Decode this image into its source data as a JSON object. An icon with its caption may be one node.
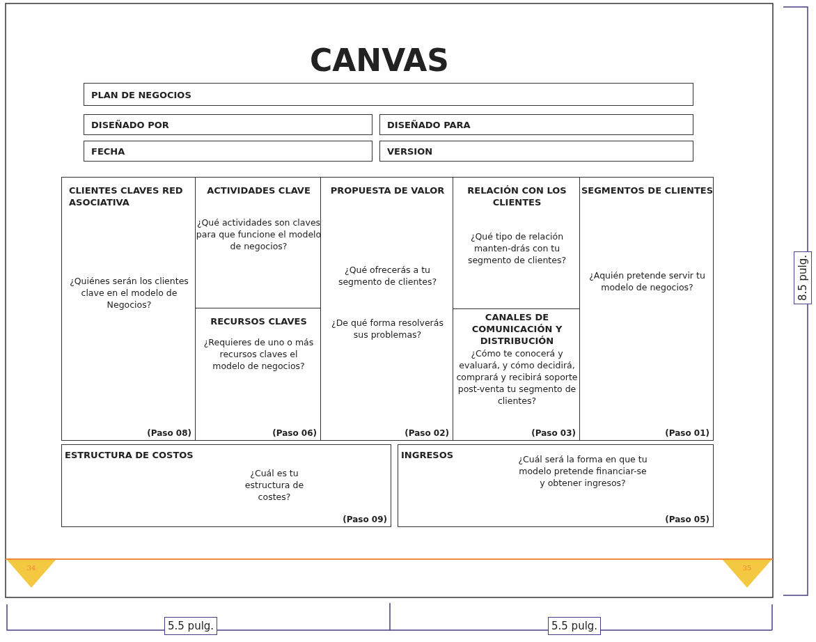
{
  "diagram": {
    "title": "CANVAS",
    "nodes": [
      {
        "text": [
          "PLAN DE NEGOCIOS"
        ]
      },
      {
        "text": [
          "DISEÑADO POR"
        ]
      },
      {
        "text": [
          "DISEÑADO PARA"
        ]
      },
      {
        "text": [
          "FECHA"
        ]
      },
      {
        "text": [
          "VERSION"
        ]
      },
      {
        "text": [
          "CLIENTES CLAVES RED ASOCIATIVA",
          "¿Quiénes serán los clientes clave en el modelo de Negocios?",
          "(Paso 08)"
        ]
      },
      {
        "text": [
          "ACTIVIDADES CLAVE",
          "¿Qué actividades son claves para que funcione el modelo de negocios?"
        ]
      },
      {
        "text": [
          "RECURSOS CLAVES",
          "¿Requieres de uno o más recursos claves el modelo de negocios?",
          "(Paso 06)"
        ]
      },
      {
        "text": [
          "PROPUESTA DE VALOR",
          "¿Qué ofrecerás a tu segmento de clientes?",
          "¿De qué forma resolverás sus problemas?",
          "(Paso 02)"
        ]
      },
      {
        "text": [
          "RELACIÓN CON LOS CLIENTES",
          "¿Qué tipo de relación manten-drás con tu segmento de clientes?"
        ]
      },
      {
        "text": [
          "CANALES DE COMUNICACIÓN Y DISTRIBUCIÓN",
          "¿Cómo te conocerá y evaluará, y cómo decidirá, comprará y recibirá soporte post-venta tu segmento de clientes?",
          "(Paso 03)"
        ]
      },
      {
        "text": [
          "SEGMENTOS DE CLIENTES",
          "¿Aquién pretende servir tu modelo de negocios?",
          "(Paso 01)"
        ]
      },
      {
        "text": [
          "ESTRUCTURA DE COSTOS",
          "¿Cuál es tu estructura de costes?",
          "(Paso 09)"
        ]
      },
      {
        "text": [
          "INGRESOS",
          "¿Cuál será la forma en que tu modelo pretende financiar-se y obtener ingresos?",
          "(Paso 05)"
        ]
      },
      {
        "text": [
          "34"
        ]
      },
      {
        "text": [
          "35"
        ]
      }
    ],
    "edges": [],
    "labels": [
      "8.5 pulg.",
      "5.5 pulg.",
      "5.5 pulg."
    ]
  }
}
